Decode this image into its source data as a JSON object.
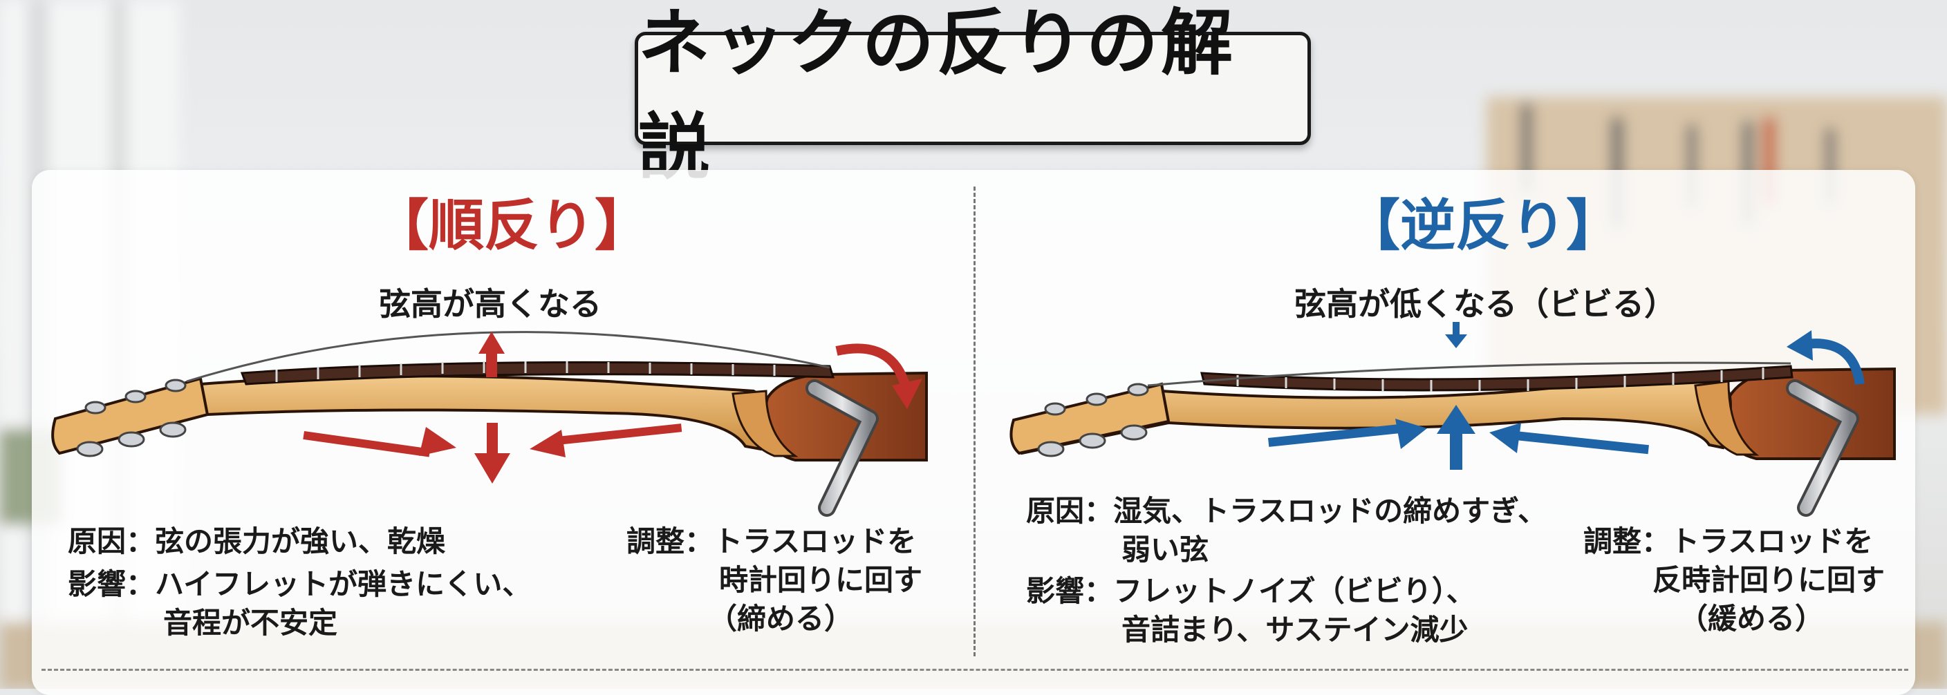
{
  "title": "ネックの反りの解説",
  "positive": {
    "heading": "【順反り】",
    "effect": "弦高が高くなる",
    "cause_label": "原因：",
    "cause": "弦の張力が強い、乾燥",
    "impact_label": "影響：",
    "impact_line1": "ハイフレットが弾きにくい、",
    "impact_line2": "音程が不安定",
    "adjust_label": "調整：",
    "adjust_line1": "トラスロッドを",
    "adjust_line2": "時計回りに回す",
    "adjust_line3": "（締める）"
  },
  "negative": {
    "heading": "【逆反り】",
    "effect": "弦高が低くなる（ビビる）",
    "cause_label": "原因：",
    "cause_line1": "湿気、トラスロッドの締めすぎ、",
    "cause_line2": "弱い弦",
    "impact_label": "影響：",
    "impact_line1": "フレットノイズ（ビビり）、",
    "impact_line2": "音詰まり、サステイン減少",
    "adjust_label": "調整：",
    "adjust_line1": "トラスロッドを",
    "adjust_line2": "反時計回りに回す",
    "adjust_line3": "（緩める）"
  },
  "colors": {
    "positive_accent": "#c0302b",
    "negative_accent": "#1f64a6",
    "neck_wood": "#e0a85a",
    "fretboard": "#4a2a1e",
    "body_wood": "#9a4a26"
  }
}
